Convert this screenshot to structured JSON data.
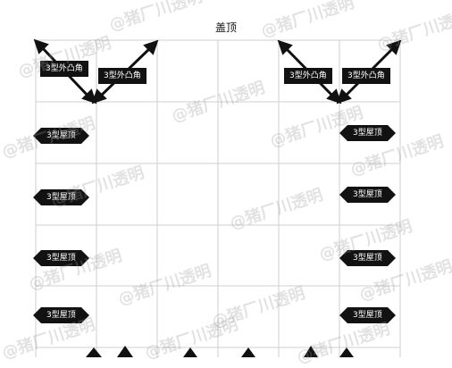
{
  "title": "盖顶",
  "corner_label": "3型外凸角",
  "side_label": "3型屋顶",
  "watermark": "@猪厂川透明",
  "colors": {
    "grid": "#cfcfcf",
    "tag_bg": "#121212",
    "tag_text": "#ffffff"
  },
  "icons": {
    "arrow": "double-arrow-icon",
    "bottom_marker": "triangle-marker-icon"
  }
}
